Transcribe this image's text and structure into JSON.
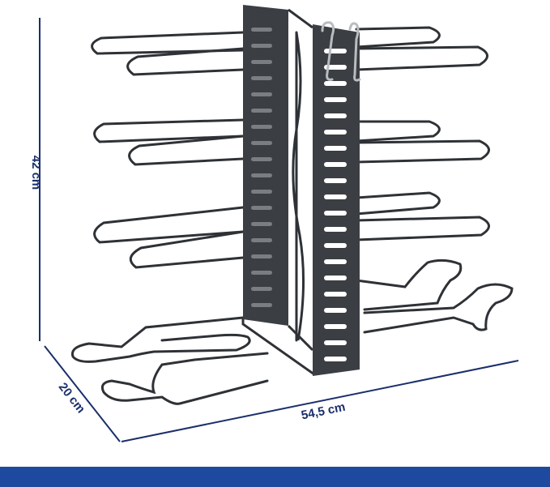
{
  "dimensions": {
    "height_label": "42 cm",
    "depth_label": "20 cm",
    "width_label": "54,5 cm"
  },
  "colors": {
    "dimension_line": "#1a2f6b",
    "rack_frame": "#3b3f44",
    "rack_wire": "#2e3236",
    "hook_metal": "#b9bcc0",
    "footer_bar": "#1d4a9e"
  },
  "subject": {
    "object": "pan-organizer-rack",
    "shelf_levels": 4,
    "hooks": 2
  }
}
